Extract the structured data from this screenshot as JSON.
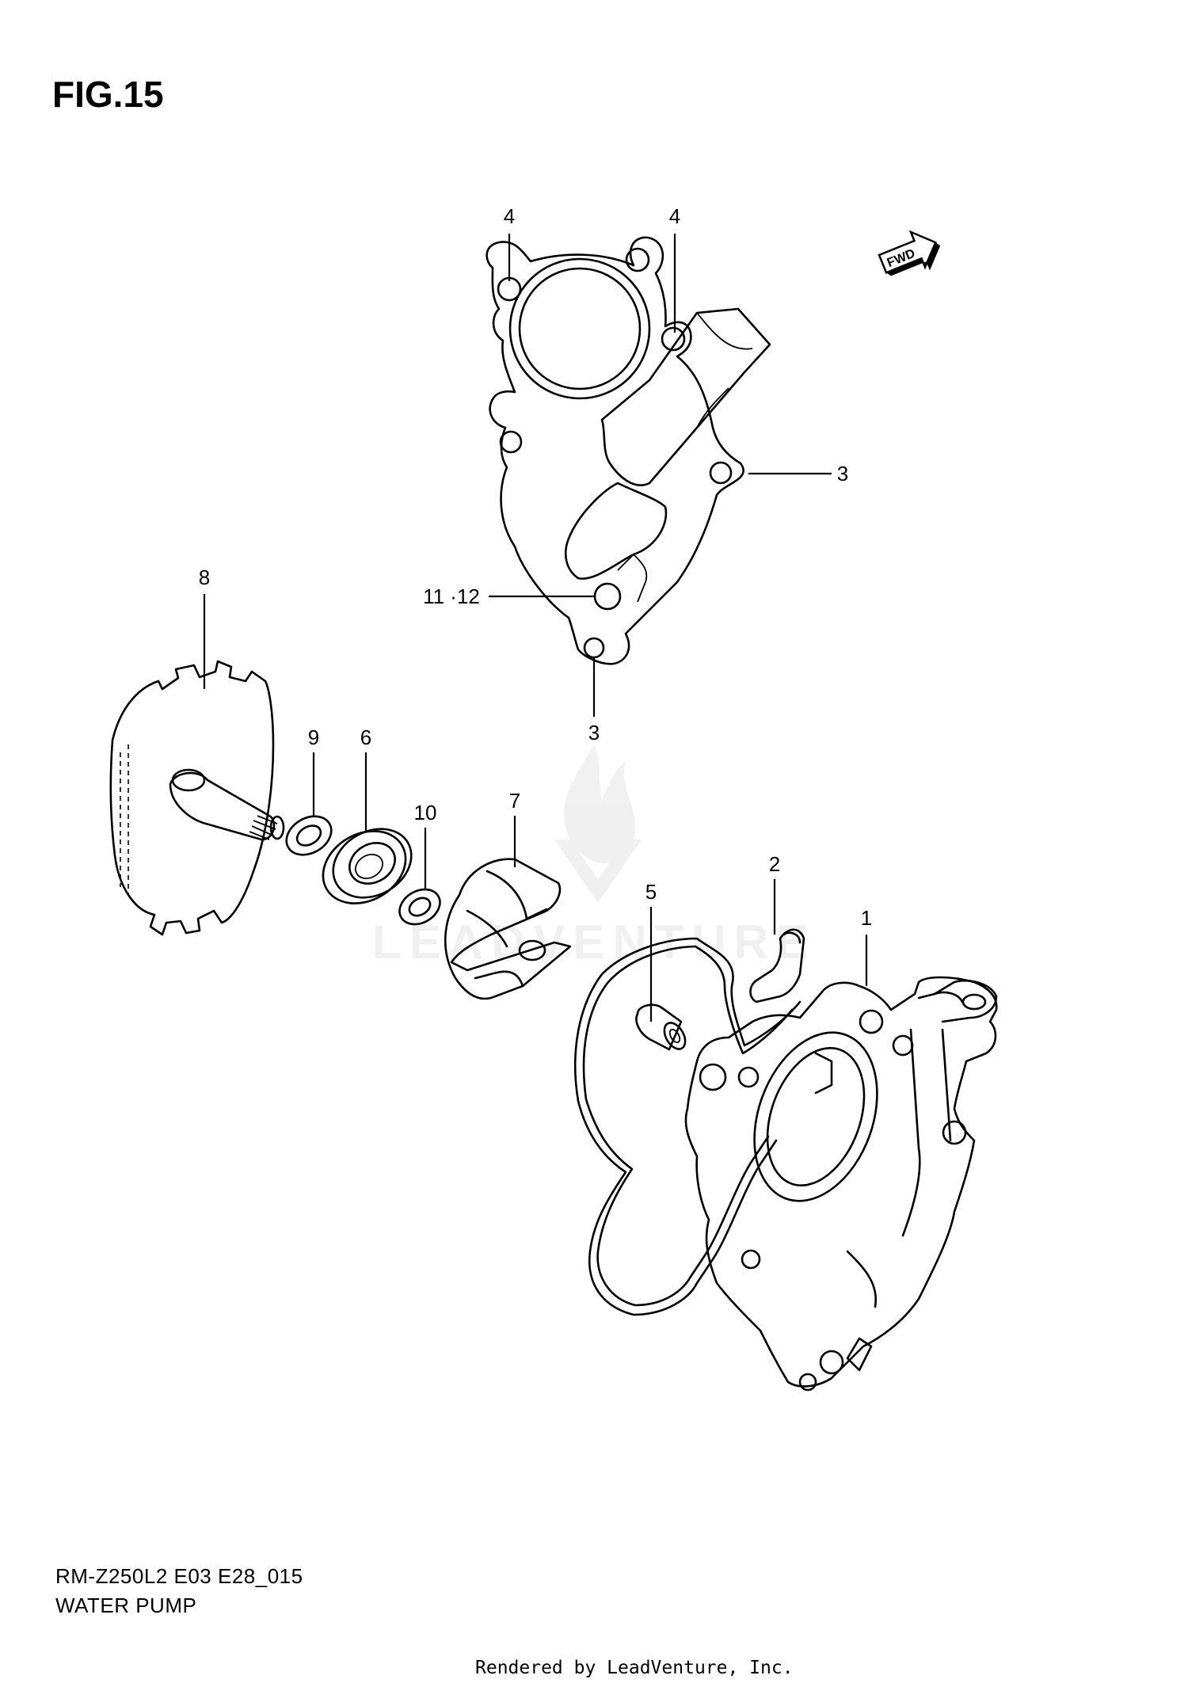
{
  "figure": {
    "title": "FIG.15",
    "model_code": "RM-Z250L2 E03 E28_015",
    "caption": "WATER PUMP",
    "credit": "Rendered by LeadVenture, Inc.",
    "fwd_label": "FWD",
    "watermark": "LEADVENTURE"
  },
  "callouts": {
    "c1": "1",
    "c2": "2",
    "c3a": "3",
    "c3b": "3",
    "c4a": "4",
    "c4b": "4",
    "c5": "5",
    "c6": "6",
    "c7": "7",
    "c8": "8",
    "c9": "9",
    "c10": "10",
    "c11_12": "11 ·12"
  },
  "colors": {
    "line": "#000000",
    "background": "#ffffff",
    "watermark": "#cfcfcf"
  }
}
